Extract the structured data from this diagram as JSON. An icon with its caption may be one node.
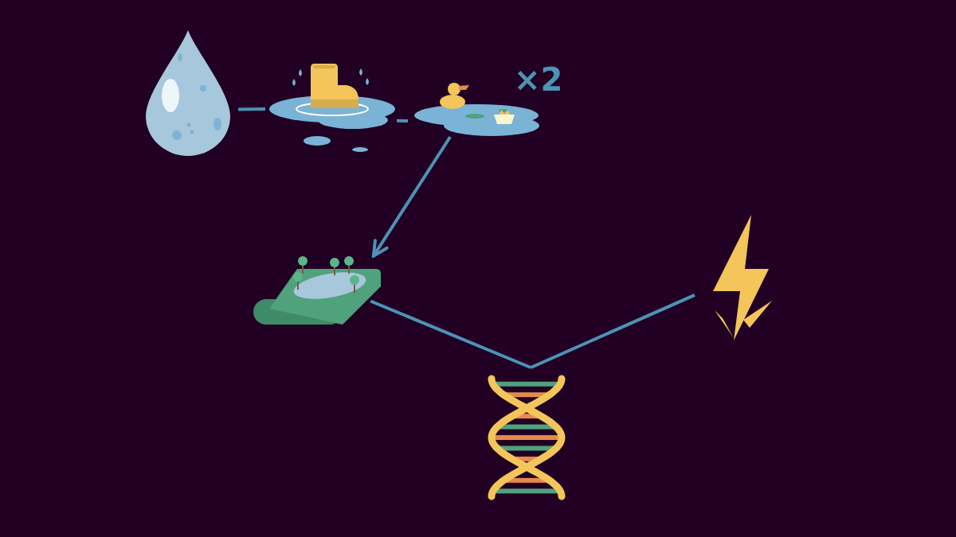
{
  "diagram": {
    "nodes": [
      {
        "text": [],
        "shape": "picture"
      },
      {
        "text": [],
        "shape": "picture"
      },
      {
        "text": [],
        "shape": "picture",
        "beside": [
          "×2"
        ]
      },
      {
        "text": [],
        "shape": "picture"
      },
      {
        "text": [],
        "shape": "picture"
      },
      {
        "text": [],
        "shape": "picture"
      }
    ],
    "edges": [
      {
        "from": 0,
        "to": 1,
        "arrow": "none"
      },
      {
        "from": 1,
        "to": 2,
        "arrow": "none"
      },
      {
        "from": 2,
        "to": 3,
        "arrow": "to"
      },
      {
        "from": 3,
        "to": 5,
        "arrow": "none"
      },
      {
        "from": 4,
        "to": 5,
        "arrow": "none"
      }
    ]
  }
}
